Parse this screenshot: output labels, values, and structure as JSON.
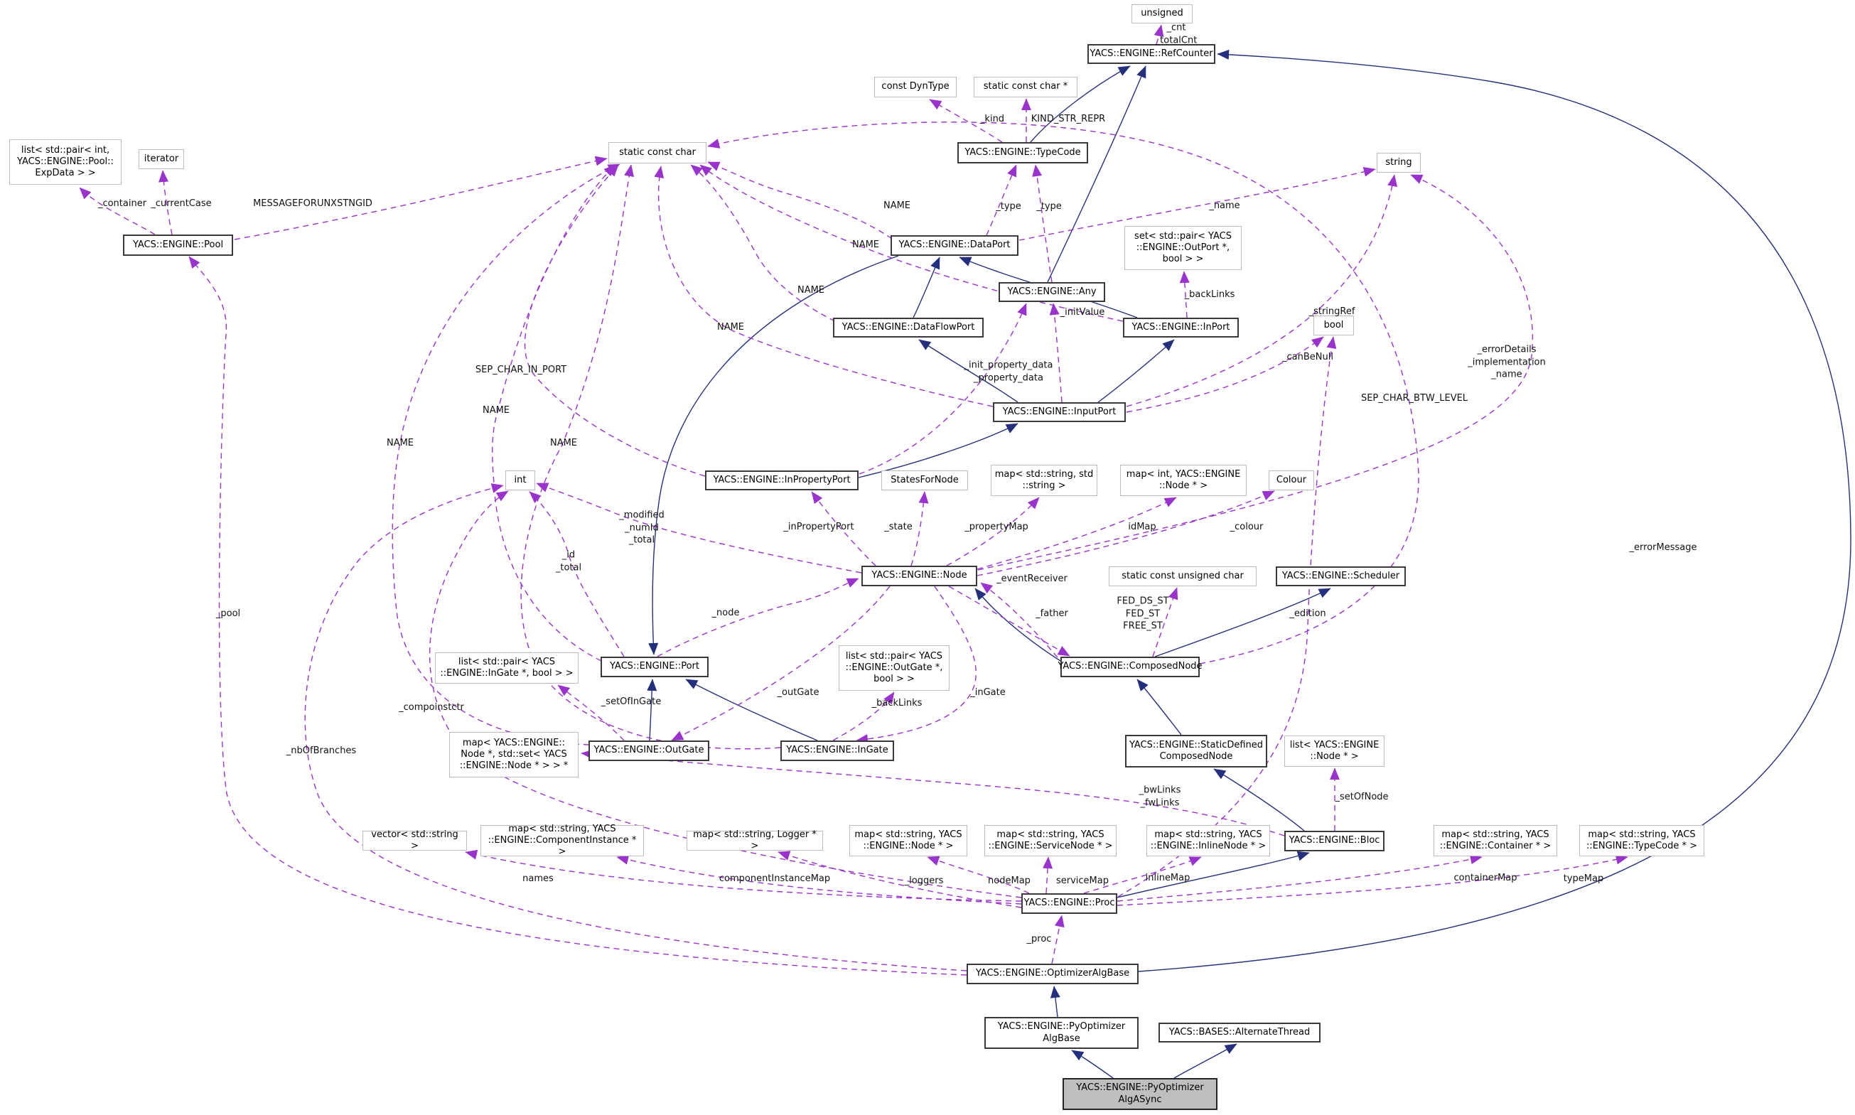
{
  "diagram_type": "uml-collaboration-graph",
  "accent_colors": {
    "inheritance_edge": "#24307d",
    "usage_edge": "#9a32cd",
    "highlight_node_fill": "#bfbfbf"
  },
  "nodes": {
    "unsigned": "unsigned",
    "refcounter": "YACS::ENGINE::RefCounter",
    "const_dyntype": "const DynType",
    "static_const_char_ptr": "static const char *",
    "typecode": "YACS::ENGINE::TypeCode",
    "static_const_char": "static const char",
    "string": "string",
    "list_expdata": "list< std::pair< int,\nYACS::ENGINE::Pool::\nExpData > >",
    "iterator": "iterator",
    "pool": "YACS::ENGINE::Pool",
    "dataport": "YACS::ENGINE::DataPort",
    "set_outport_bool": "set< std::pair< YACS\n::ENGINE::OutPort *,\nbool > >",
    "any": "YACS::ENGINE::Any",
    "dataflowport": "YACS::ENGINE::DataFlowPort",
    "inport": "YACS::ENGINE::InPort",
    "bool": "bool",
    "inputport": "YACS::ENGINE::InputPort",
    "inpropertyport": "YACS::ENGINE::InPropertyPort",
    "statesfornode": "StatesForNode",
    "map_string_string": "map< std::string, std\n::string >",
    "map_int_node": "map< int, YACS::ENGINE\n::Node * >",
    "colour": "Colour",
    "int": "int",
    "node": "YACS::ENGINE::Node",
    "static_const_unsigned_char": "static const unsigned char",
    "scheduler": "YACS::ENGINE::Scheduler",
    "list_ingate_bool": "list< std::pair< YACS\n::ENGINE::InGate *, bool > >",
    "port": "YACS::ENGINE::Port",
    "list_outgate_bool": "list< std::pair< YACS\n::ENGINE::OutGate *,\nbool > >",
    "composednode": "YACS::ENGINE::ComposedNode",
    "map_node_set": "map< YACS::ENGINE::\nNode *, std::set< YACS\n::ENGINE::Node * > > *",
    "outgate": "YACS::ENGINE::OutGate",
    "ingate": "YACS::ENGINE::InGate",
    "staticdefined": "YACS::ENGINE::StaticDefined\nComposedNode",
    "list_node": "list< YACS::ENGINE\n::Node * >",
    "vector_string": "vector< std::string >",
    "map_componentinstance": "map< std::string, YACS\n::ENGINE::ComponentInstance * >",
    "map_logger": "map< std::string, Logger * >",
    "map_string_node": "map< std::string, YACS\n::ENGINE::Node * >",
    "map_servicenode": "map< std::string, YACS\n::ENGINE::ServiceNode * >",
    "map_inlinenode": "map< std::string, YACS\n::ENGINE::InlineNode * >",
    "bloc": "YACS::ENGINE::Bloc",
    "map_container": "map< std::string, YACS\n::ENGINE::Container * >",
    "map_typecode": "map< std::string, YACS\n::ENGINE::TypeCode * >",
    "proc": "YACS::ENGINE::Proc",
    "optimizeralgbase": "YACS::ENGINE::OptimizerAlgBase",
    "pyoptimizeralgbase": "YACS::ENGINE::PyOptimizer\nAlgBase",
    "alternatethread": "YACS::BASES::AlternateThread",
    "pyoptimizeralgasync": "YACS::ENGINE::PyOptimizer\nAlgASync"
  },
  "edge_labels": {
    "cnt": "_cnt\n_totalCnt",
    "kind": "_kind",
    "kind_str_repr": "KIND_STR_REPR",
    "container": "_container",
    "currentcase": "_currentCase",
    "messageforunxstngid": "MESSAGEFORUNXSTNGID",
    "name1": "NAME",
    "name2": "NAME",
    "name3": "NAME",
    "name4": "NAME",
    "name5": "NAME",
    "name6": "NAME",
    "name7": "NAME",
    "type1": "_type",
    "type2": "_type",
    "name_member": "_name",
    "sep_char_in_port": "SEP_CHAR_IN_PORT",
    "backlinks_inport": "_backLinks",
    "initvalue": "_initValue",
    "stringref": "_stringRef",
    "init_property": "_init_property_data\n_property_data",
    "canbenull": "_canBeNull",
    "errordetails": "_errorDetails\n_implementation\n_name",
    "sep_char_btw_level": "SEP_CHAR_BTW_LEVEL",
    "errormessage": "_errorMessage",
    "edition": "_edition",
    "inpropertyport": "_inPropertyPort",
    "state": "_state",
    "propertymap": "_propertyMap",
    "idmap": "idMap",
    "colour": "_colour",
    "eventreceiver": "_eventReceiver",
    "father": "_father",
    "fed": "FED_DS_ST\nFED_ST\nFREE_ST",
    "modified": "_modified\n_numId\n_total",
    "id_total": "_id\n_total",
    "node": "_node",
    "pool": "_pool",
    "compoinstctr": "_compoinstctr",
    "nbofbranches": "_nbOfBranches",
    "outgate": "_outGate",
    "ingate": "_inGate",
    "setofingate": "_setOfInGate",
    "backlinks_ingate": "_backLinks",
    "bwlinks": "_bwLinks\n_fwLinks",
    "setofnode": "_setOfNode",
    "names": "names",
    "componentinstancemap": "componentInstanceMap",
    "loggers": "_loggers",
    "nodemap": "nodeMap",
    "servicemap": "serviceMap",
    "inlinemap": "inlineMap",
    "containermap": "containerMap",
    "typemap": "typeMap",
    "proc": "_proc"
  }
}
